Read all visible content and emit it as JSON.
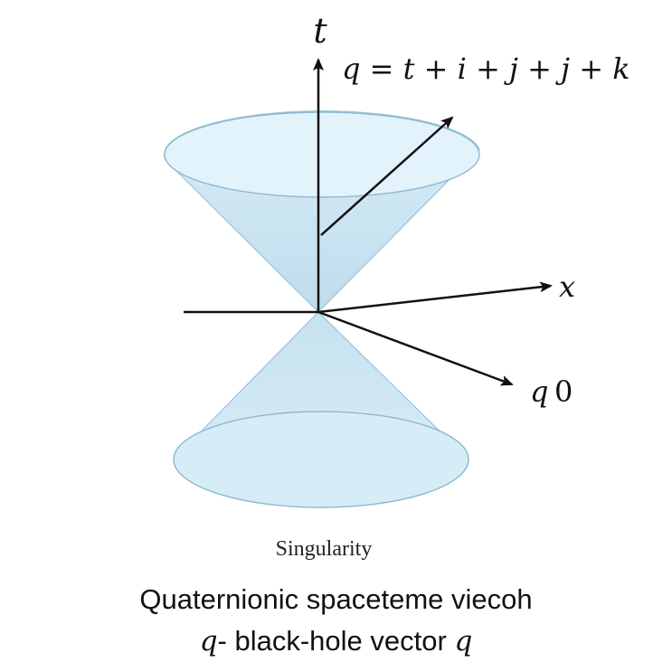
{
  "axes": {
    "t_label": "t",
    "x_label": "x",
    "q0_label_var": "q",
    "q0_label_num": "0"
  },
  "vector": {
    "equation": "q = t + i + j + j + k"
  },
  "singularity_label": "Singularity",
  "caption": {
    "line1": "Quaternionic spaceteme viecoh",
    "line2_prefix": "q",
    "line2_middle": "- black-hole vector ",
    "line2_suffix": "q"
  },
  "colors": {
    "cone_fill": "#cfe7f4",
    "cone_stroke": "#8fb8cf",
    "axis": "#111111"
  }
}
